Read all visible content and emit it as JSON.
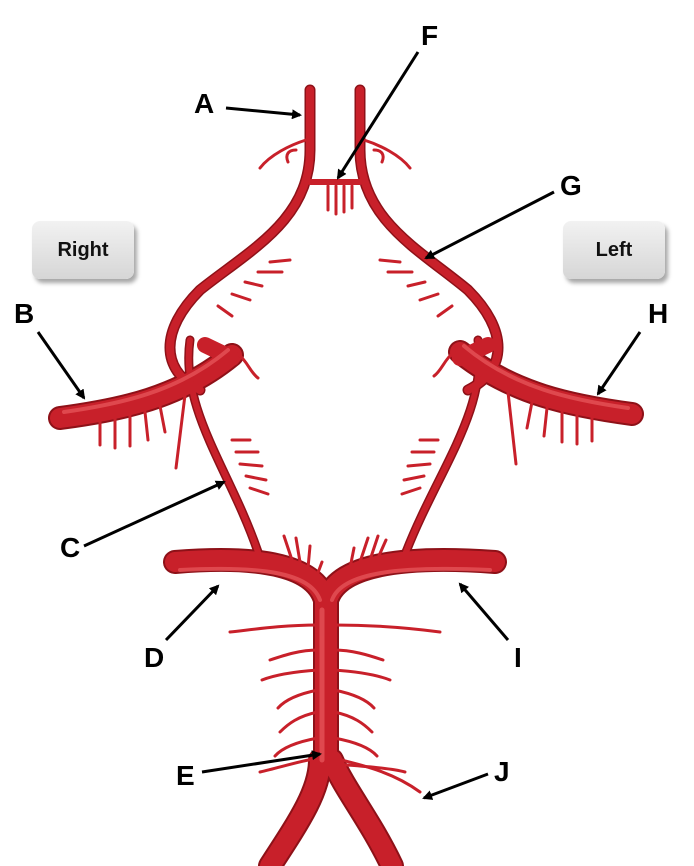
{
  "orientation": {
    "right": "Right",
    "left": "Left"
  },
  "labels": {
    "a": "A",
    "b": "B",
    "c": "C",
    "d": "D",
    "e": "E",
    "f": "F",
    "g": "G",
    "h": "H",
    "i": "I",
    "j": "J"
  },
  "colors": {
    "artery": "#c8202a",
    "artery_dark": "#8e1118",
    "artery_highlight": "#e85a5e",
    "label": "#000000",
    "box": "#dcdcdc"
  }
}
